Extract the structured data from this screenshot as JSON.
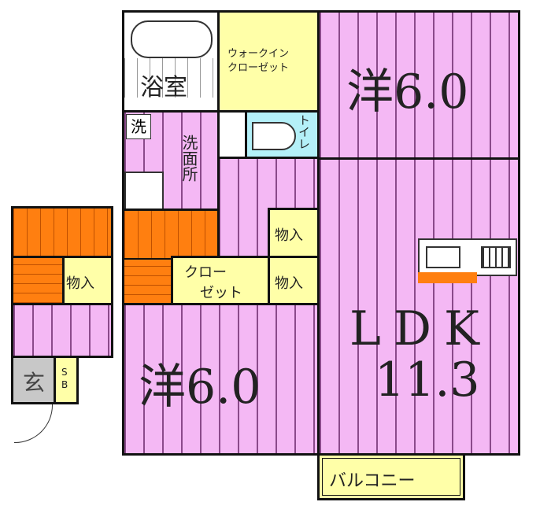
{
  "rooms": {
    "bathroom": "浴室",
    "walk_in_closet": "ウォークイン\nクローゼット",
    "western_room_upper": "洋6.0",
    "washer": "洗",
    "washroom": "洗面所",
    "toilet": "トイレ",
    "storage_1": "物入",
    "storage_2": "物入",
    "storage_left": "物入",
    "closet": "クローゼット",
    "closet_line1": "クロー",
    "closet_line2": "ゼット",
    "western_room_lower": "洋6.0",
    "ldk_label": "LDK",
    "ldk_size": "11.3",
    "entrance": "玄",
    "shoe_box": "SB",
    "balcony": "バルコニー"
  }
}
